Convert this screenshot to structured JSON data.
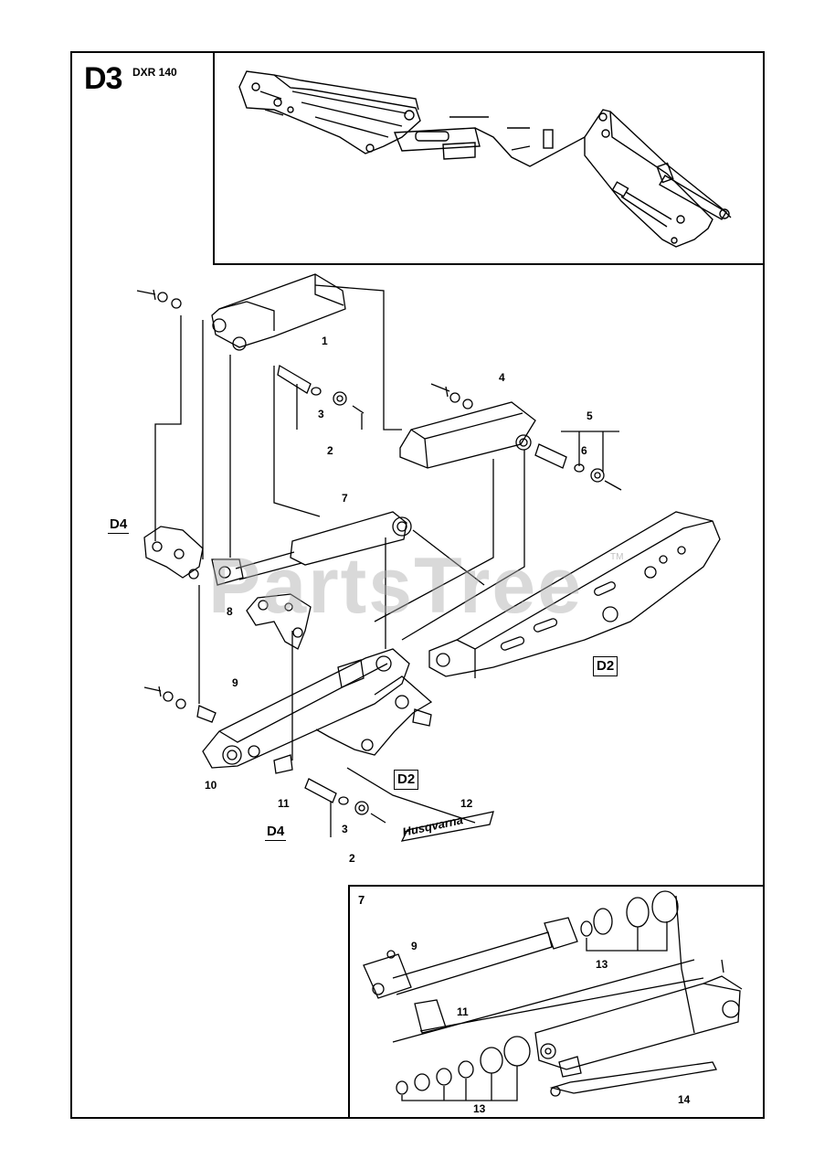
{
  "header": {
    "page_code": "D3",
    "model": "DXR 140"
  },
  "watermark": {
    "text": "PartsTree",
    "trademark": "TM"
  },
  "decal_text": "Husqvarna",
  "callouts": {
    "c1": "1",
    "c2a": "2",
    "c3a": "3",
    "c4": "4",
    "c5": "5",
    "c6": "6",
    "c7": "7",
    "c8": "8",
    "c9": "9",
    "c10": "10",
    "c11": "11",
    "c12": "12",
    "c2b": "2",
    "c3b": "3"
  },
  "references": {
    "d4_left": "D4",
    "d2_right": "D2",
    "d2_lower": "D2",
    "d4_bottom": "D4"
  },
  "inset": {
    "title": "7",
    "c9": "9",
    "c11": "11",
    "c13a": "13",
    "c13b": "13",
    "c14": "14"
  }
}
